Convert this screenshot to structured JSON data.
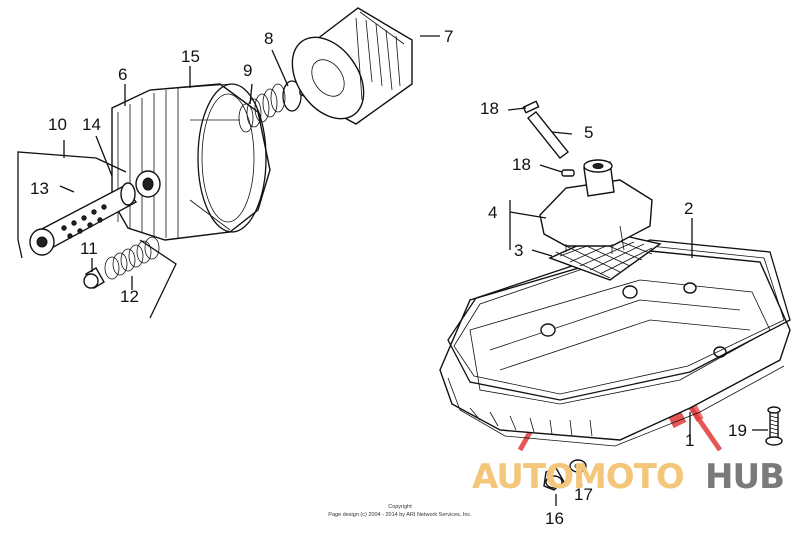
{
  "callouts": {
    "c1": "1",
    "c2": "2",
    "c3": "3",
    "c4": "4",
    "c5": "5",
    "c6": "6",
    "c7": "7",
    "c8": "8",
    "c9": "9",
    "c10": "10",
    "c11": "11",
    "c12": "12",
    "c13": "13",
    "c14": "14",
    "c15": "15",
    "c16": "16",
    "c17": "17",
    "c18a": "18",
    "c18b": "18",
    "c19": "19"
  },
  "copyright": {
    "line1": "Copyright",
    "line2": "Page design (c) 2004 - 2014 by ARI Network Services, Inc."
  },
  "watermark": {
    "part1": "AUTOMOTO",
    "part2": "HUB",
    "colors": {
      "red": "#e03a3a",
      "orange": "#f4c67a",
      "gray": "#7a7a7a"
    }
  }
}
